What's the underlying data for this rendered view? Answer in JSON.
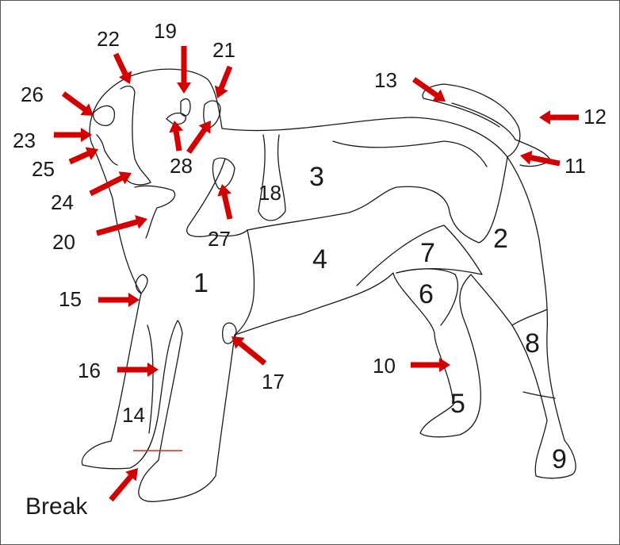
{
  "colors": {
    "arrow": "#d40000",
    "outline": "#1a1a1a",
    "background": "#ffffff",
    "break_line": "#e02020"
  },
  "labels": {
    "n1": "1",
    "n2": "2",
    "n3": "3",
    "n4": "4",
    "n5": "5",
    "n6": "6",
    "n7": "7",
    "n8": "8",
    "n9": "9",
    "n10": "10",
    "n11": "11",
    "n12": "12",
    "n13": "13",
    "n14": "14",
    "n15": "15",
    "n16": "16",
    "n17": "17",
    "n18": "18",
    "n19": "19",
    "n20": "20",
    "n21": "21",
    "n22": "22",
    "n23": "23",
    "n24": "24",
    "n25": "25",
    "n26": "26",
    "n27": "27",
    "n28": "28",
    "break": "Break"
  }
}
